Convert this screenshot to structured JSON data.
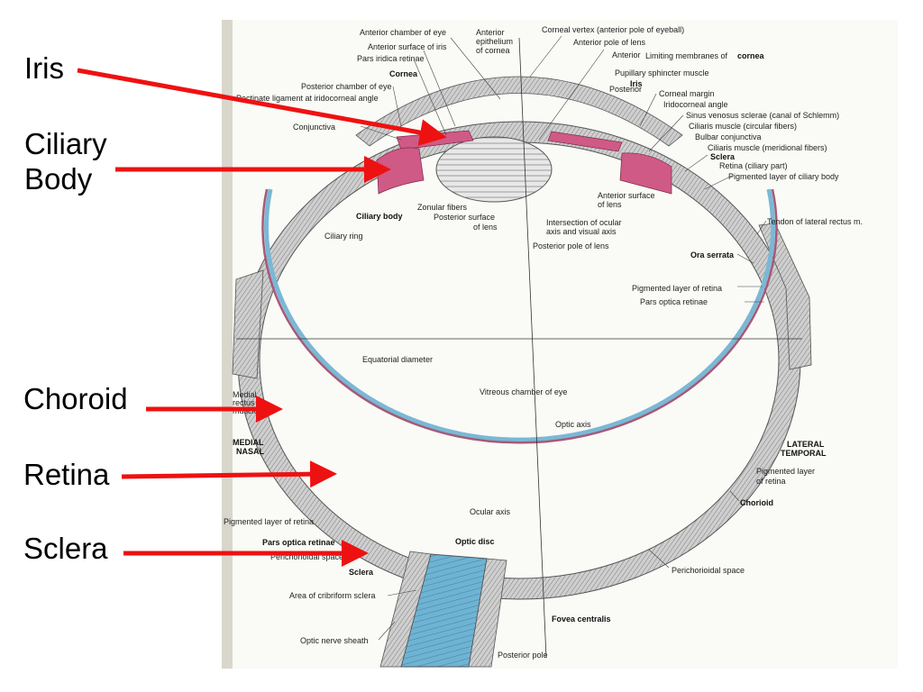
{
  "colors": {
    "arrow": "#ee1111",
    "sclera": "#9c9c9c",
    "choroid": "#a65a76",
    "retina": "#7ab8d6",
    "iris": "#cf5a85",
    "page": "#fafaf6"
  },
  "slide_labels": {
    "iris": "Iris",
    "ciliary_line1": "Ciliary",
    "ciliary_line2": "Body",
    "choroid": "Choroid",
    "retina": "Retina",
    "sclera": "Sclera"
  },
  "anatomy": {
    "anterior_chamber": "Anterior chamber of eye",
    "anterior_epithelium_1": "Anterior",
    "anterior_epithelium_2": "epithelium",
    "anterior_epithelium_3": "of cornea",
    "corneal_vertex": "Corneal vertex (anterior pole of eyeball)",
    "anterior_pole_lens": "Anterior pole of lens",
    "anterior_surface_iris": "Anterior surface of iris",
    "pars_iridica": "Pars iridica retinae",
    "anterior": "Anterior",
    "posterior": "Posterior",
    "limiting_membranes": "Limiting membranes of",
    "cornea_bold": "cornea",
    "cornea": "Cornea",
    "pupillary_sphincter": "Pupillary sphincter muscle",
    "posterior_chamber": "Posterior chamber of eye",
    "iris_small": "Iris",
    "pectinate": "Pectinate ligament at iridocorneal angle",
    "corneal_margin": "Corneal margin",
    "iridocorneal_angle": "Iridocorneal angle",
    "sinus_venosus": "Sinus venosus sclerae (canal of Schlemm)",
    "conjunctiva": "Conjunctiva",
    "ciliaris_circular": "Ciliaris muscle (circular fibers)",
    "bulbar_conjunctiva": "Bulbar conjunctiva",
    "ciliaris_meridional": "Ciliaris muscle (meridional fibers)",
    "sclera_small": "Sclera",
    "retina_ciliary": "Retina (ciliary part)",
    "pigmented_ciliary": "Pigmented layer of ciliary body",
    "anterior_surface_lens_1": "Anterior surface",
    "anterior_surface_lens_2": "of lens",
    "zonular": "Zonular fibers",
    "ciliary_body": "Ciliary body",
    "posterior_surface_lens_1": "Posterior surface",
    "posterior_surface_lens_2": "of lens",
    "intersection_1": "Intersection of ocular",
    "intersection_2": "axis and visual axis",
    "tendon": "Tendon of lateral rectus m.",
    "ciliary_ring": "Ciliary ring",
    "posterior_pole_lens": "Posterior pole of lens",
    "ora_serrata": "Ora serrata",
    "pigmented_retina": "Pigmented layer of retina",
    "pars_optica": "Pars optica retinae",
    "equatorial": "Equatorial diameter",
    "medial_rectus_1": "Medial",
    "medial_rectus_2": "rectus",
    "medial_rectus_3": "muscle",
    "vitreous": "Vitreous chamber of eye",
    "optic_axis": "Optic axis",
    "medial_nasal_1": "MEDIAL",
    "medial_nasal_2": "NASAL",
    "lateral_temporal_1": "LATERAL",
    "lateral_temporal_2": "TEMPORAL",
    "pigmented_layer_1": "Pigmented layer",
    "pigmented_layer_2": "of retina",
    "chorioid": "Chorioid",
    "ocular_axis": "Ocular axis",
    "pigmented_retina_2": "Pigmented layer of retina",
    "optic_disc": "Optic disc",
    "pars_optica_bold": "Pars optica retinae",
    "perichorioidal_left": "Perichorioidal space",
    "perichorioidal_right": "Perichorioidal space",
    "sclera_bottom": "Sclera",
    "cribriform": "Area of cribriform sclera",
    "fovea": "Fovea centralis",
    "optic_nerve_sheath": "Optic nerve sheath",
    "posterior_pole": "Posterior pole"
  }
}
